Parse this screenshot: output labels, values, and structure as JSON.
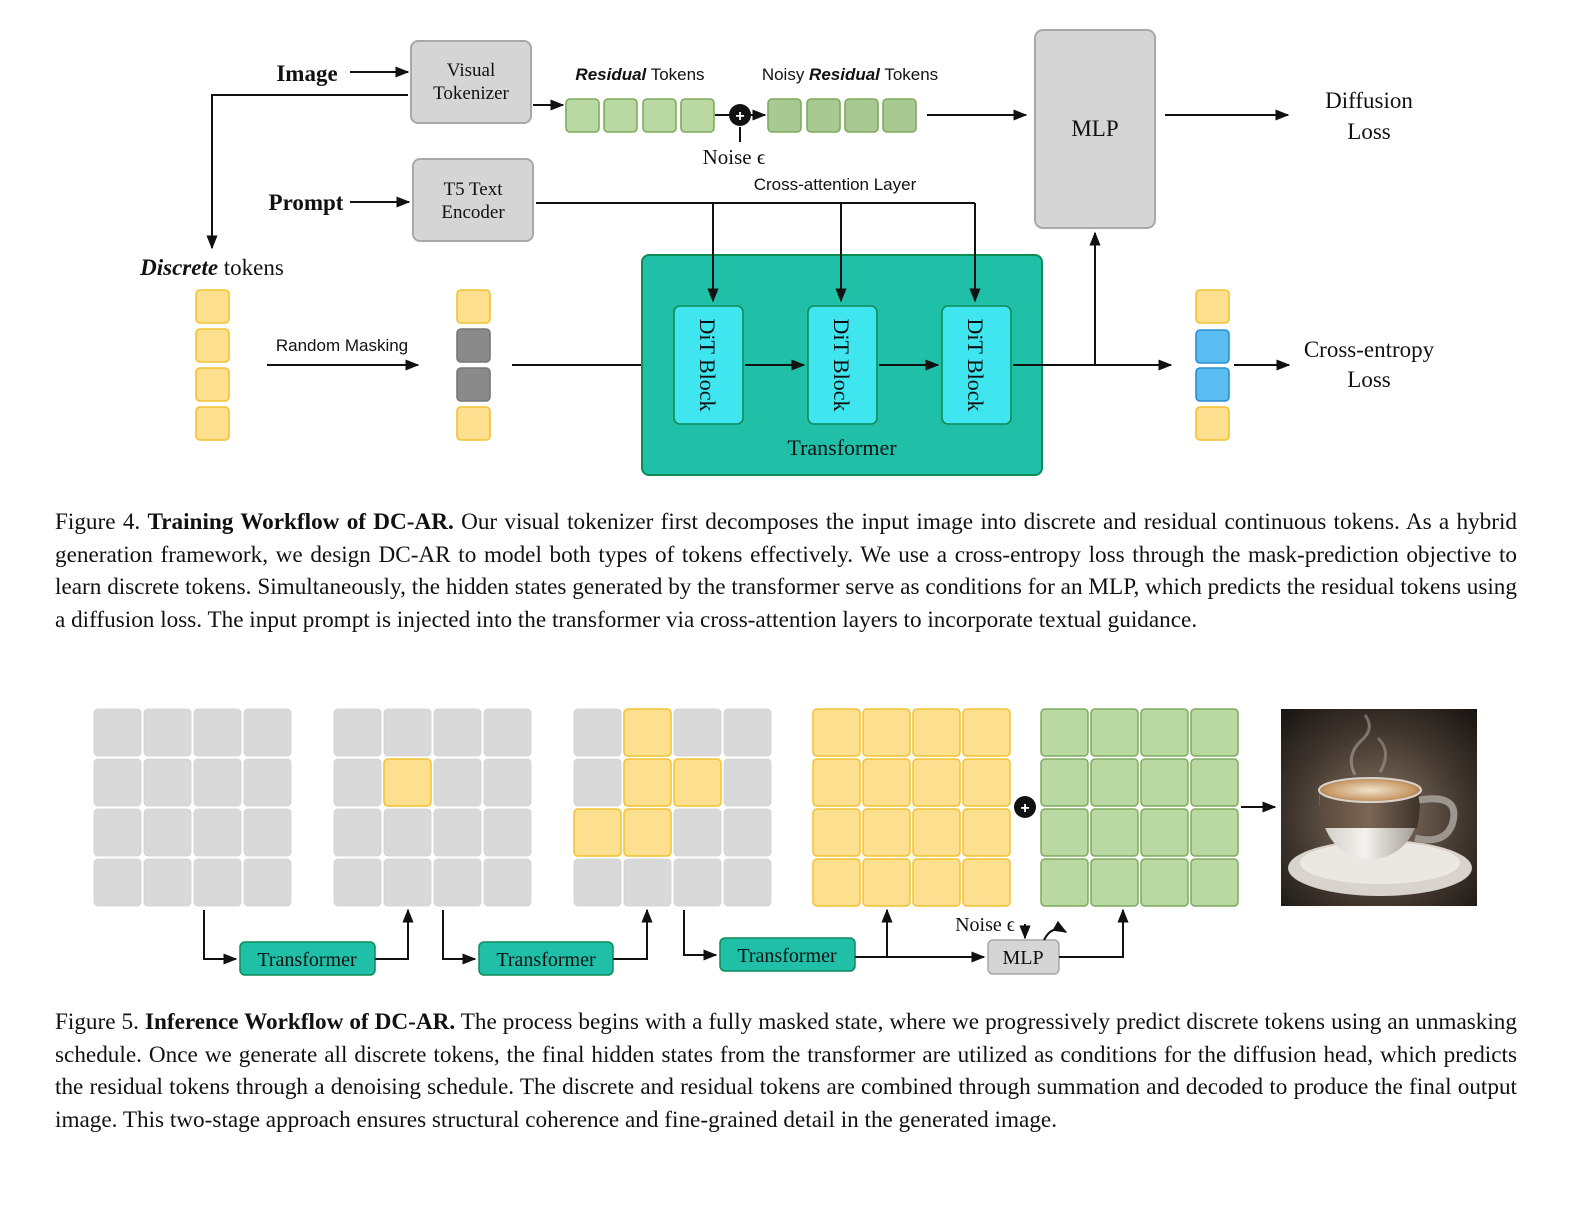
{
  "figure4": {
    "image_label": "Image",
    "visual_tokenizer": [
      "Visual",
      "Tokenizer"
    ],
    "residual_tokens_italic": "Residual",
    "residual_tokens_rest": " Tokens",
    "noisy_prefix": "Noisy ",
    "noisy_italic": "Residual",
    "noisy_suffix": " Tokens",
    "noise_label": "Noise ϵ",
    "plus_symbol": "+",
    "mlp": "MLP",
    "diffusion_loss": [
      "Diffusion",
      "Loss"
    ],
    "prompt_label": "Prompt",
    "t5_encoder": [
      "T5 Text",
      "Encoder"
    ],
    "cross_attention": "Cross-attention Layer",
    "discrete_italic": "Discrete",
    "discrete_rest": " tokens",
    "random_masking": "Random Masking",
    "dit_block": "DiT Block",
    "transformer": "Transformer",
    "ce_loss": [
      "Cross-entropy",
      "Loss"
    ]
  },
  "caption4": {
    "lead": "Figure 4. ",
    "title": "Training Workflow of DC-AR.",
    "body": " Our visual tokenizer first decomposes the input image into discrete and residual continuous tokens. As a hybrid generation framework, we design DC-AR to model both types of tokens effectively. We use a cross-entropy loss through the mask-prediction objective to learn discrete tokens. Simultaneously, the hidden states generated by the transformer serve as conditions for an MLP, which predicts the residual tokens using a diffusion loss. The input prompt is injected into the transformer via cross-attention layers to incorporate textual guidance."
  },
  "figure5": {
    "transformer": "Transformer",
    "noise_label": "Noise ϵ",
    "mlp": "MLP",
    "plus_symbol": "+"
  },
  "caption5": {
    "lead": "Figure 5. ",
    "title": "Inference Workflow of DC-AR.",
    "body": " The process begins with a fully masked state, where we progressively predict discrete tokens using an unmasking schedule. Once we generate all discrete tokens, the final hidden states from the transformer are utilized as conditions for the diffusion head, which predicts the residual tokens through a denoising schedule. The discrete and residual tokens are combined through summation and decoded to produce the final output image. This two-stage approach ensures structural coherence and fine-grained detail in the generated image."
  },
  "colors": {
    "yellow": "#fde08f",
    "yellow_border": "#f2c230",
    "green": "#b9d8a2",
    "green_border": "#7eaa5f",
    "gray_box": "#d5d5d5",
    "masked_token": "#8a8a8a",
    "transformer_bg": "#1fbfa8",
    "dit_block": "#3fe6f0",
    "blue_token": "#5bbcf2",
    "grid_gray": "#d9d9d9"
  }
}
